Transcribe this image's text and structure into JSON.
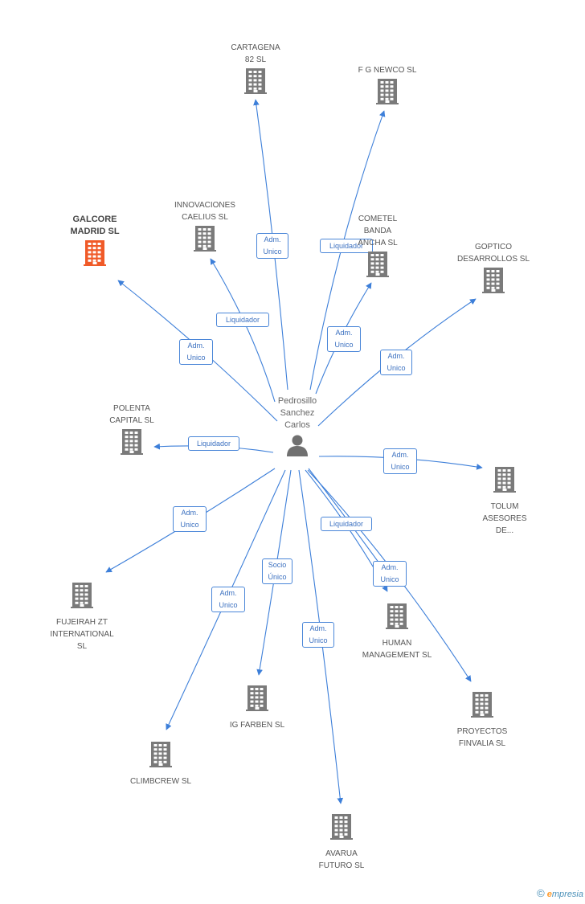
{
  "colors": {
    "edge": "#3d7fd9",
    "building": "#7a7a7a",
    "focus_building": "#f05a28",
    "person": "#707070"
  },
  "center": {
    "label": "Pedrosillo\nSanchez\nCarlos",
    "icon": "person-icon"
  },
  "nodes": [
    {
      "id": "cartagena",
      "label": "CARTAGENA\n82 SL",
      "focus": false
    },
    {
      "id": "fgnewco",
      "label": "F G NEWCO SL",
      "focus": false
    },
    {
      "id": "galcore",
      "label": "GALCORE\nMADRID SL",
      "focus": true
    },
    {
      "id": "innovaciones",
      "label": "INNOVACIONES\nCAELIUS SL",
      "focus": false
    },
    {
      "id": "cometel",
      "label": "COMETEL\nBANDA\nANCHA  SL",
      "focus": false
    },
    {
      "id": "goptico",
      "label": "GOPTICO\nDESARROLLOS SL",
      "focus": false
    },
    {
      "id": "polenta",
      "label": "POLENTA\nCAPITAL SL",
      "focus": false
    },
    {
      "id": "tolum",
      "label": "TOLUM\nASESORES\nDE...",
      "focus": false
    },
    {
      "id": "fujeirah",
      "label": "FUJEIRAH ZT\nINTERNATIONAL\nSL",
      "focus": false
    },
    {
      "id": "human",
      "label": "HUMAN\nMANAGEMENT SL",
      "focus": false
    },
    {
      "id": "igfarben",
      "label": "IG FARBEN SL",
      "focus": false
    },
    {
      "id": "proyectos",
      "label": "PROYECTOS\nFINVALIA  SL",
      "focus": false
    },
    {
      "id": "climbcrew",
      "label": "CLIMBCREW  SL",
      "focus": false
    },
    {
      "id": "avarua",
      "label": "AVARUA\nFUTURO SL",
      "focus": false
    }
  ],
  "edges": [
    {
      "to": "cartagena",
      "label": "Adm.\nUnico"
    },
    {
      "to": "fgnewco",
      "label": "Liquidador"
    },
    {
      "to": "galcore",
      "label": "Adm.\nUnico"
    },
    {
      "to": "innovaciones",
      "label": "Liquidador"
    },
    {
      "to": "cometel",
      "label": "Adm.\nUnico"
    },
    {
      "to": "goptico",
      "label": "Adm.\nUnico"
    },
    {
      "to": "polenta",
      "label": "Liquidador"
    },
    {
      "to": "tolum",
      "label": "Adm.\nUnico"
    },
    {
      "to": "fujeirah",
      "label": "Adm.\nUnico"
    },
    {
      "to": "human",
      "label": "Liquidador"
    },
    {
      "to": "human",
      "label": "Adm.\nUnico"
    },
    {
      "to": "igfarben",
      "label": "Socio\nÚnico"
    },
    {
      "to": "proyectos",
      "label": "Adm.\nUnico"
    },
    {
      "to": "climbcrew",
      "label": "Adm.\nUnico"
    },
    {
      "to": "avarua",
      "label": "Adm.\nUnico"
    }
  ],
  "brand": {
    "symbol": "©",
    "initial": "e",
    "name": "mpresia"
  }
}
